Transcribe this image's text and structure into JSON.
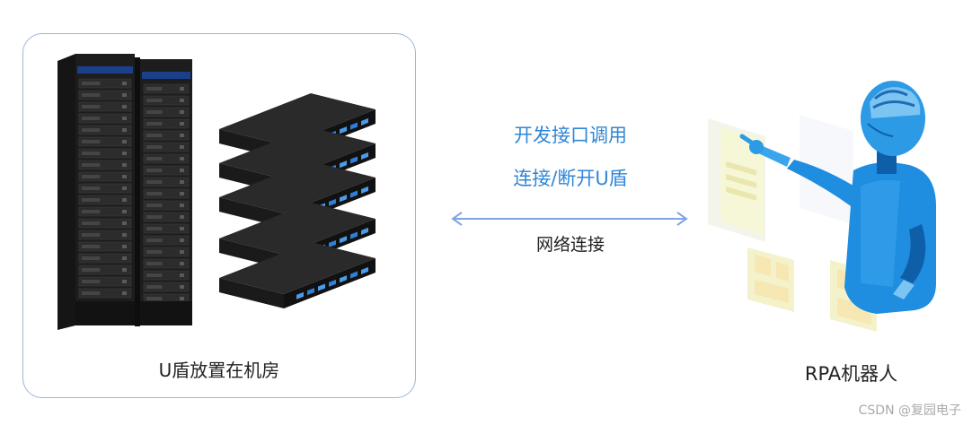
{
  "server_panel": {
    "caption": "U盾放置在机房"
  },
  "connection": {
    "label_line1": "开发接口调用",
    "label_line2": "连接/断开U盾",
    "network_label": "网络连接"
  },
  "robot": {
    "caption": "RPA机器人"
  },
  "watermark": "CSDN @复园电子",
  "colors": {
    "panel_border": "#9fb4de",
    "accent_blue": "#2f86d6",
    "arrow": "#7ea4e6",
    "robot_blue": "#1f8de0"
  }
}
